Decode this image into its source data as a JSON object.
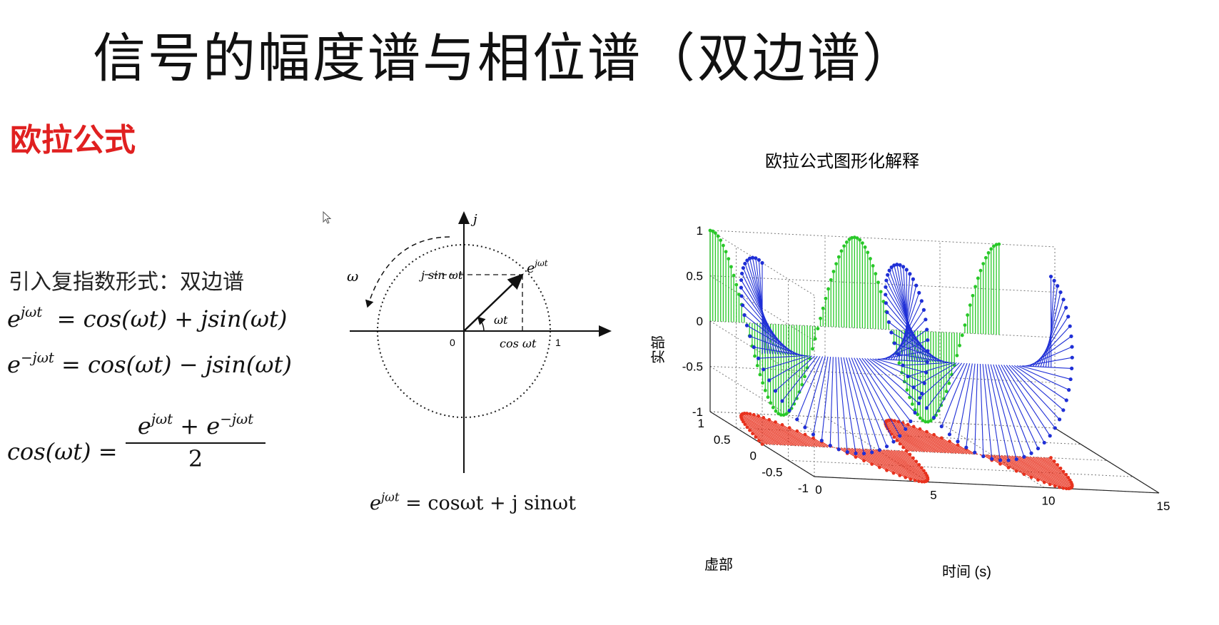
{
  "slide": {
    "title": "信号的幅度谱与相位谱（双边谱）",
    "section_heading": "欧拉公式",
    "intro_text": "引入复指数形式：双边谱"
  },
  "equations": {
    "eq1": {
      "lhs_base": "e",
      "lhs_exp": "jωt",
      "rhs": "= cos(ωt) + jsin(ωt)"
    },
    "eq2": {
      "lhs_base": "e",
      "lhs_exp": "−jωt",
      "rhs": "= cos(ωt) − jsin(ωt)"
    },
    "eq3": {
      "lhs": "cos(ωt) =",
      "num_a": "e",
      "num_a_exp": "jωt",
      "num_op": " + e",
      "num_b_exp": "−jωt",
      "den": "2"
    }
  },
  "unit_circle": {
    "axis_j": "j",
    "omega": "ω",
    "point_label": "e",
    "point_label_exp": "jωt",
    "sin_label": "j sin ωt",
    "angle_label": "ωt",
    "cos_label": "cos ωt",
    "origin": "0",
    "one": "1",
    "caption_base": "e",
    "caption_exp": "jωt",
    "caption_rest": " = cosωt + j sinωt"
  },
  "chart_data": {
    "type": "3d-stem",
    "title": "欧拉公式图形化解释",
    "xlabel": "时间 (s)",
    "ylabel": "虚部",
    "zlabel": "实部",
    "x_ticks": [
      "0",
      "5",
      "10",
      "15"
    ],
    "y_ticks": [
      "1",
      "0.5",
      "0",
      "-0.5",
      "-1"
    ],
    "z_ticks": [
      "1",
      "0.5",
      "0",
      "-0.5",
      "-1"
    ],
    "xlim": [
      0,
      15
    ],
    "ylim": [
      -1,
      1
    ],
    "zlim": [
      -1,
      1
    ],
    "grid": true,
    "series": [
      {
        "component": "e^{jωt}",
        "color": "#1f2fd6",
        "relation": "real=cos(t), imag=sin(t)"
      },
      {
        "component": "real-part projection",
        "color": "#28c828",
        "relation": "real=cos(t) on imag=1 wall"
      },
      {
        "component": "imag-part projection",
        "color": "#e8321e",
        "relation": "imag=sin(t) on real=-1 floor"
      }
    ],
    "t_range": [
      0,
      12.57
    ],
    "omega": 1
  },
  "colors": {
    "heading": "#e02020",
    "blue": "#1f2fd6",
    "green": "#28c828",
    "red": "#e8321e"
  }
}
